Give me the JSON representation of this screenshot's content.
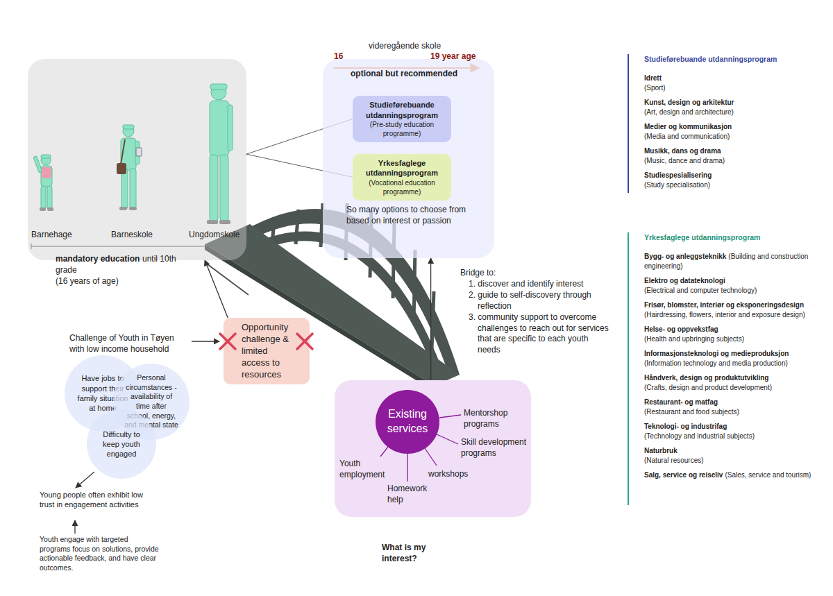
{
  "diagram": {
    "nodes": [
      {
        "text": [
          "Barnehage",
          "Barneskole",
          "Ungdomskole"
        ]
      },
      {
        "text": [
          "videregående skole",
          "optional but recommended",
          "So many options to choose from based on interest or passion"
        ]
      },
      {
        "text": [
          "Studieførebuande utdanningsprogram",
          "(Pre-study education programme)"
        ],
        "in": 1
      },
      {
        "text": [
          "Yrkesfaglege utdanningsprogram",
          "(Vocational education programme)"
        ],
        "in": 1
      },
      {
        "text": [
          "Opportunity challenge & limited access to resources"
        ]
      },
      {
        "text": [
          "Have jobs to support their family situation at home"
        ]
      },
      {
        "text": [
          "Personal circumstances - availability of time after school, energy, and mental state"
        ]
      },
      {
        "text": [
          "Difficulty to keep youth engaged"
        ]
      },
      {
        "text": [
          "Mentorshop programs",
          "Skill development programs",
          "workshops",
          "Homework help",
          "Youth employment"
        ]
      },
      {
        "text": [
          "Existing services"
        ],
        "in": 8
      }
    ],
    "edges": [
      {
        "from": 0,
        "to": 2,
        "arrow": "none"
      },
      {
        "from": 0,
        "to": 3,
        "arrow": "none"
      },
      {
        "from": 4,
        "to": 0,
        "arrow": "to"
      },
      {
        "from": 8,
        "to": 1,
        "arrow": "to"
      }
    ],
    "labels": [
      "16",
      "19 year age",
      "mandatory education",
      "until 10th grade",
      "(16 years of age)",
      "Bridge to:",
      "1. discover and identify interest",
      "2. guide to self-discovery through reflection",
      "3. community support to overcome challenges to reach out for services that are specific to each youth needs",
      "Challenge of Youth in Tøyen with low income household",
      "Young people often exhibit low trust in engagement activities",
      "Youth engage with targeted programs focus on solutions, provide actionable feedback, and have clear outcomes.",
      "What is my interest?",
      "Studieførebuande utdanningsprogram",
      "Idrett",
      "(Sport)",
      "Kunst, design og arkitektur",
      "(Art, design and architecture)",
      "Medier og kommunikasjon",
      "(Media and communication)",
      "Musikk, dans og drama",
      "(Music, dance and drama)",
      "Studiespesialisering",
      "(Study specialisation)",
      "Yrkesfaglege utdanningsprogram",
      "Bygg- og anleggsteknikk",
      "(Building and construction engineering)",
      "Elektro og datateknologi",
      "(Electrical and computer technology)",
      "Frisør, blomster, interiør og eksponeringsdesign",
      "(Hairdressing, flowers, interior and exposure design)",
      "Helse- og oppvekstfag",
      "(Health and upbringing subjects)",
      "Informasjonsteknologi og medieproduksjon",
      "(Information technology and media production)",
      "Håndverk, design og produktutvikling",
      "(Crafts, design and product development)",
      "Restaurant- og matfag",
      "(Restaurant and food subjects)",
      "Teknologi- og industrifag",
      "(Technology and industrial subjects)",
      "Naturbruk",
      "(Natural resources)",
      "Salg, service og reiseliv",
      "(Sales, service and tourism)"
    ]
  }
}
